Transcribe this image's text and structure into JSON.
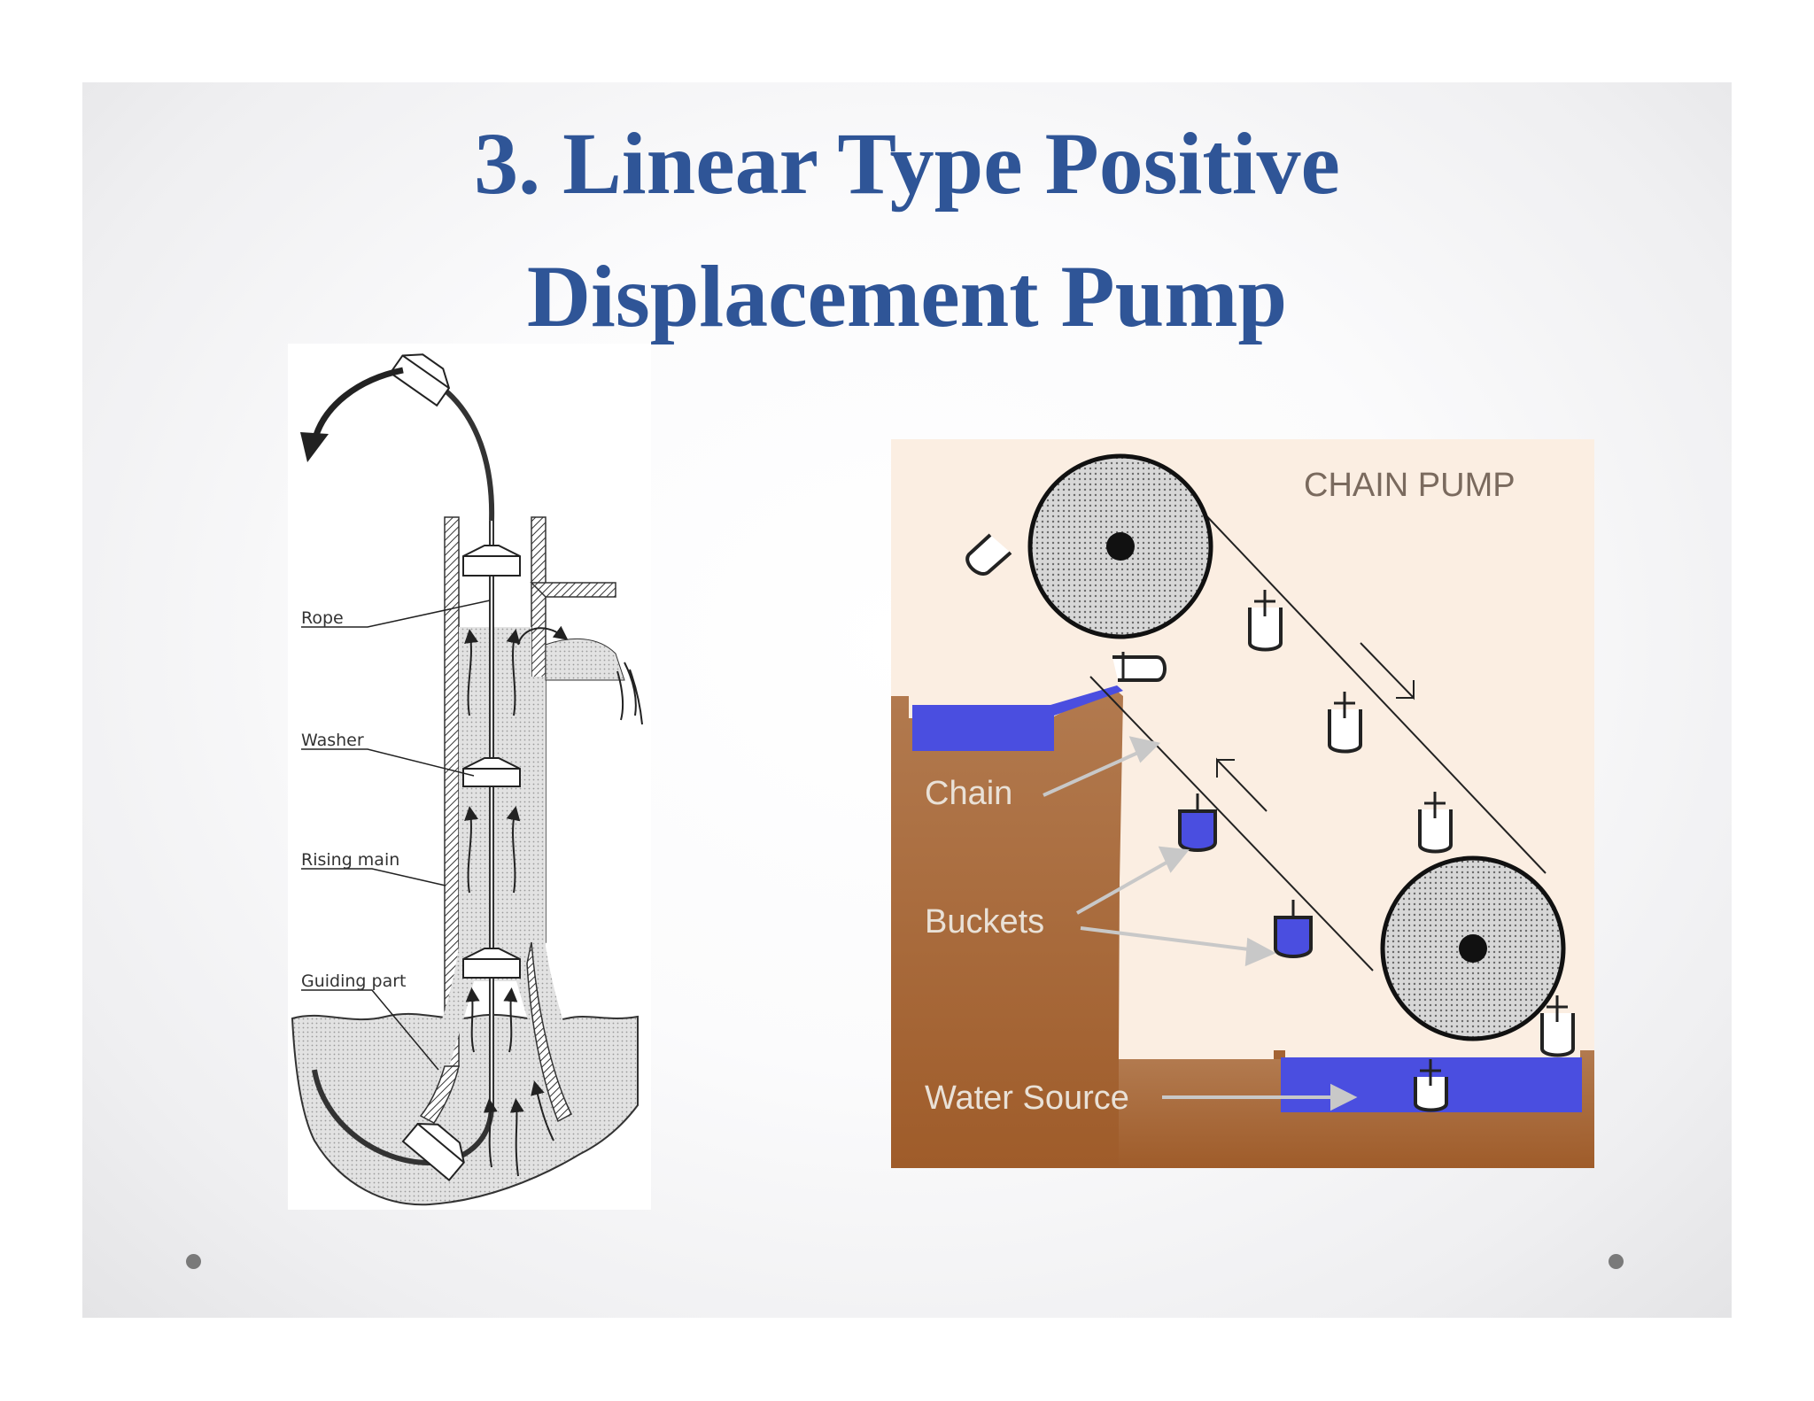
{
  "slide": {
    "title_line1": "3. Linear Type Positive",
    "title_line2": "Displacement Pump"
  },
  "rope_pump_diagram": {
    "labels": {
      "rope": "Rope",
      "washer": "Washer",
      "rising_main": "Rising main",
      "guiding_part": "Guiding part"
    }
  },
  "chain_pump_diagram": {
    "title": "CHAIN PUMP",
    "labels": {
      "chain": "Chain",
      "buckets": "Buckets",
      "water_source": "Water Source"
    }
  },
  "colors": {
    "title": "#2f5597",
    "water": "#4a4ee0",
    "earth": "#a8683a",
    "background_chain": "#fbeee2"
  }
}
